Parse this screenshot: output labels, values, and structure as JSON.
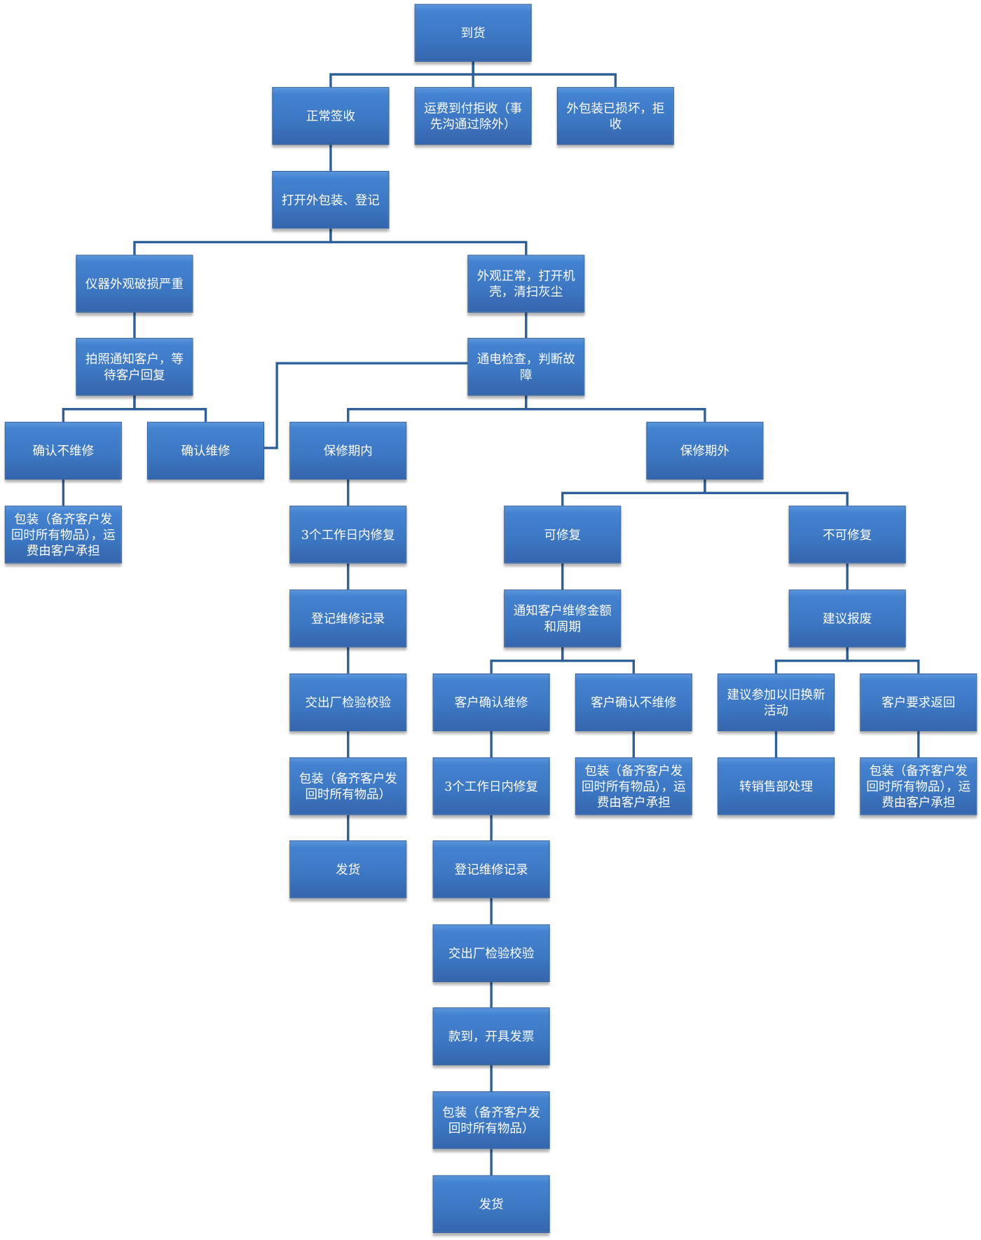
{
  "colors": {
    "box": "#3d78c4",
    "line": "#2f5f98",
    "text": "#ffffff"
  },
  "nodes": [
    {
      "id": "arrival",
      "label": "到货"
    },
    {
      "id": "normal-sign",
      "label": "正常签收"
    },
    {
      "id": "freight-reject",
      "label": "运费到付拒收（事先沟通过除外）"
    },
    {
      "id": "package-damaged-reject",
      "label": "外包装已损坏，拒收"
    },
    {
      "id": "open-register",
      "label": "打开外包装、登记"
    },
    {
      "id": "severe-damage",
      "label": "仪器外观破损严重"
    },
    {
      "id": "appearance-ok",
      "label": "外观正常，打开机壳，清扫灰尘"
    },
    {
      "id": "photo-notify",
      "label": "拍照通知客户，等待客户回复"
    },
    {
      "id": "power-check",
      "label": "通电检查，判断故障"
    },
    {
      "id": "confirm-no-repair",
      "label": "确认不维修"
    },
    {
      "id": "confirm-repair",
      "label": "确认维修"
    },
    {
      "id": "in-warranty",
      "label": "保修期内"
    },
    {
      "id": "out-warranty",
      "label": "保修期外"
    },
    {
      "id": "pack-return-1",
      "label": "包装（备齐客户发回时所有物品），运费由客户承担"
    },
    {
      "id": "repair-3days-1",
      "label": "3个工作日内修复"
    },
    {
      "id": "repairable",
      "label": "可修复"
    },
    {
      "id": "not-repairable",
      "label": "不可修复"
    },
    {
      "id": "record-1",
      "label": "登记维修记录"
    },
    {
      "id": "notify-cost",
      "label": "通知客户维修金额和周期"
    },
    {
      "id": "suggest-scrap",
      "label": "建议报废"
    },
    {
      "id": "factory-check-1",
      "label": "交出厂检验校验"
    },
    {
      "id": "customer-confirm-repair",
      "label": "客户确认维修"
    },
    {
      "id": "customer-confirm-no-repair",
      "label": "客户确认不维修"
    },
    {
      "id": "trade-in",
      "label": "建议参加以旧换新活动"
    },
    {
      "id": "customer-return",
      "label": "客户要求返回"
    },
    {
      "id": "pack-1",
      "label": "包装（备齐客户发回时所有物品）"
    },
    {
      "id": "repair-3days-2",
      "label": "3个工作日内修复"
    },
    {
      "id": "pack-return-2",
      "label": "包装（备齐客户发回时所有物品），运费由客户承担"
    },
    {
      "id": "sales-dept",
      "label": "转销售部处理"
    },
    {
      "id": "pack-return-3",
      "label": "包装（备齐客户发回时所有物品），运费由客户承担"
    },
    {
      "id": "ship-1",
      "label": "发货"
    },
    {
      "id": "record-2",
      "label": "登记维修记录"
    },
    {
      "id": "factory-check-2",
      "label": "交出厂检验校验"
    },
    {
      "id": "payment-invoice",
      "label": "款到，开具发票"
    },
    {
      "id": "pack-2",
      "label": "包装（备齐客户发回时所有物品）"
    },
    {
      "id": "ship-2",
      "label": "发货"
    }
  ]
}
